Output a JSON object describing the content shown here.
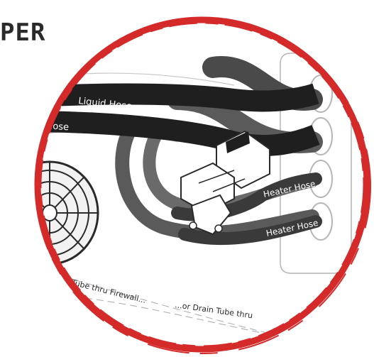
{
  "heading": "PER",
  "labels": {
    "liquid_hose": "Liquid Hose",
    "suction_hose": "uction Hose",
    "heater_hose_top": "Heater Hose",
    "heater_hose_bottom": "Heater Hose",
    "drain_firewall": "Drain Tube thru Firewall...",
    "drain_alt": "...or Drain Tube thru"
  },
  "colors": {
    "circle_frame": "#d42a2a",
    "hose_dark": "#1f1f1f",
    "hose_gray": "#5a5a5a",
    "line_art": "#9a9a9a"
  },
  "icons": [
    "fan-icon",
    "heater-valve-icon"
  ]
}
